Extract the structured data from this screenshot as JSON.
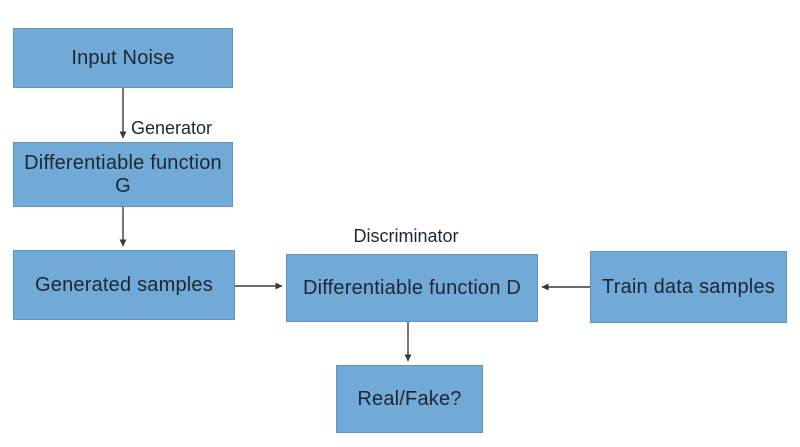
{
  "diagram": {
    "type": "flowchart",
    "subject": "Generative Adversarial Network architecture",
    "nodes": {
      "input_noise": {
        "label": "Input Noise"
      },
      "function_g": {
        "label": "Differentiable function G"
      },
      "generated_samples": {
        "label": "Generated samples"
      },
      "function_d": {
        "label": "Differentiable function D"
      },
      "train_data": {
        "label": "Train data samples"
      },
      "real_fake": {
        "label": "Real/Fake?"
      }
    },
    "edge_labels": {
      "generator": "Generator",
      "discriminator": "Discriminator"
    },
    "edges": [
      {
        "from": "input_noise",
        "to": "function_d_via_g",
        "label": "Generator",
        "direction": "down"
      },
      {
        "from": "function_g",
        "to": "generated_samples",
        "label": "",
        "direction": "down"
      },
      {
        "from": "generated_samples",
        "to": "function_d",
        "label": "",
        "direction": "right"
      },
      {
        "from": "train_data",
        "to": "function_d",
        "label": "",
        "direction": "left"
      },
      {
        "from": "function_d",
        "to": "real_fake",
        "label": "",
        "direction": "down"
      }
    ],
    "colors": {
      "node_fill": "#71a9d7",
      "node_border": "#5f95c4",
      "text": "#1d2733",
      "arrow": "#3a3a3a",
      "bg": "#ffffff"
    }
  }
}
